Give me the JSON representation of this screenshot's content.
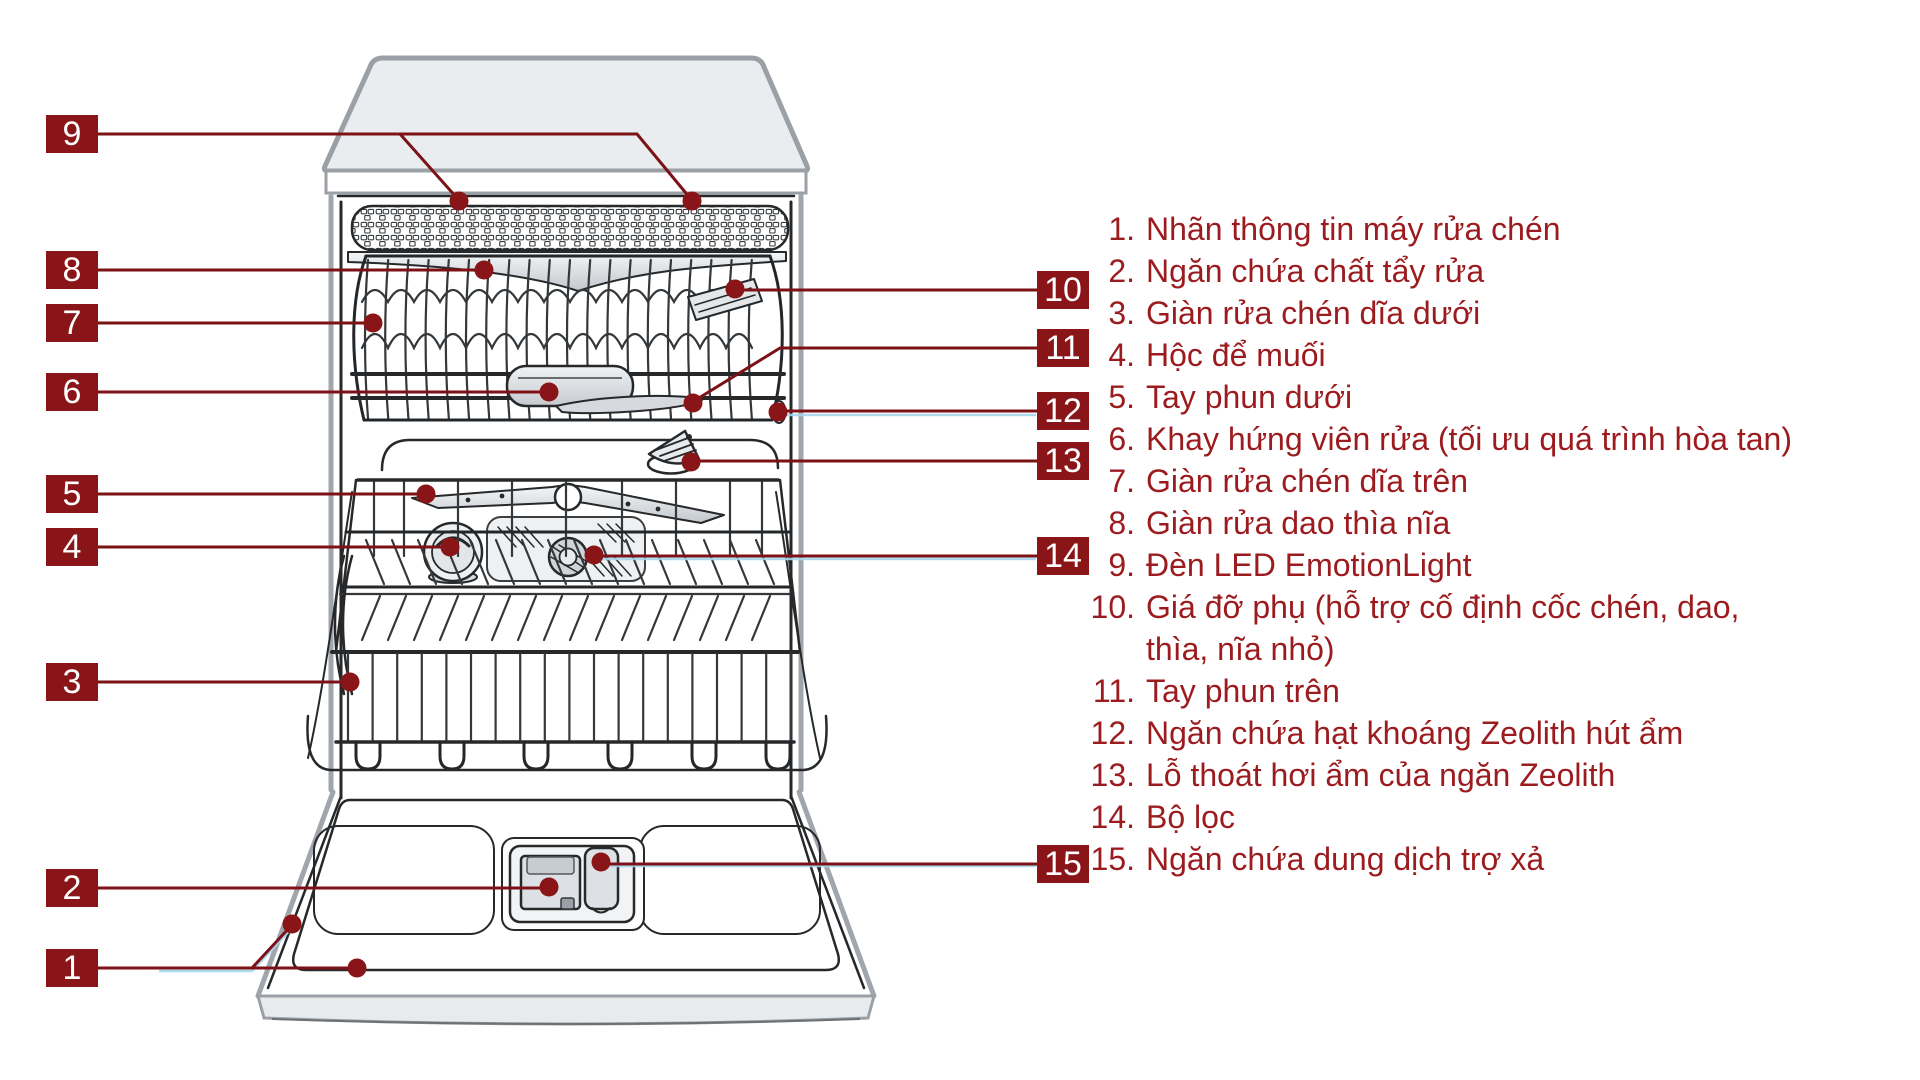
{
  "palette": {
    "label_bg": "#8a1519",
    "label_text": "#ffffff",
    "line": "#7d1216",
    "legend_text": "#9c1b1e",
    "accent_blue": "#a5d6ee"
  },
  "callouts": {
    "items": [
      {
        "label": "1"
      },
      {
        "label": "2"
      },
      {
        "label": "3"
      },
      {
        "label": "4"
      },
      {
        "label": "5"
      },
      {
        "label": "6"
      },
      {
        "label": "7"
      },
      {
        "label": "8"
      },
      {
        "label": "9"
      },
      {
        "label": "10"
      },
      {
        "label": "11"
      },
      {
        "label": "12"
      },
      {
        "label": "13"
      },
      {
        "label": "14"
      },
      {
        "label": "15"
      }
    ]
  },
  "legend": {
    "items": [
      {
        "num": "1.",
        "text": "Nhãn thông tin máy rửa chén"
      },
      {
        "num": "2.",
        "text": "Ngăn chứa chất tẩy rửa"
      },
      {
        "num": "3.",
        "text": "Giàn rửa chén dĩa dưới"
      },
      {
        "num": "4.",
        "text": "Hộc để muối"
      },
      {
        "num": "5.",
        "text": "Tay phun dưới"
      },
      {
        "num": "6.",
        "text": "Khay hứng viên rửa (tối ưu quá trình hòa tan)"
      },
      {
        "num": "7.",
        "text": "Giàn rửa chén dĩa trên"
      },
      {
        "num": "8.",
        "text": "Giàn rửa dao thìa nĩa"
      },
      {
        "num": "9.",
        "text": "Đèn LED EmotionLight"
      },
      {
        "num": "10.",
        "text": "Giá đỡ phụ (hỗ trợ cố định cốc chén, dao,"
      },
      {
        "num": "",
        "text": "thìa, nĩa nhỏ)"
      },
      {
        "num": "11.",
        "text": "Tay phun trên"
      },
      {
        "num": "12.",
        "text": "Ngăn chứa hạt khoáng Zeolith hút ẩm"
      },
      {
        "num": "13.",
        "text": "Lỗ thoát hơi ẩm của ngăn Zeolith"
      },
      {
        "num": "14.",
        "text": "Bộ lọc"
      },
      {
        "num": "15.",
        "text": "Ngăn chứa dung dịch trợ xả"
      }
    ]
  }
}
